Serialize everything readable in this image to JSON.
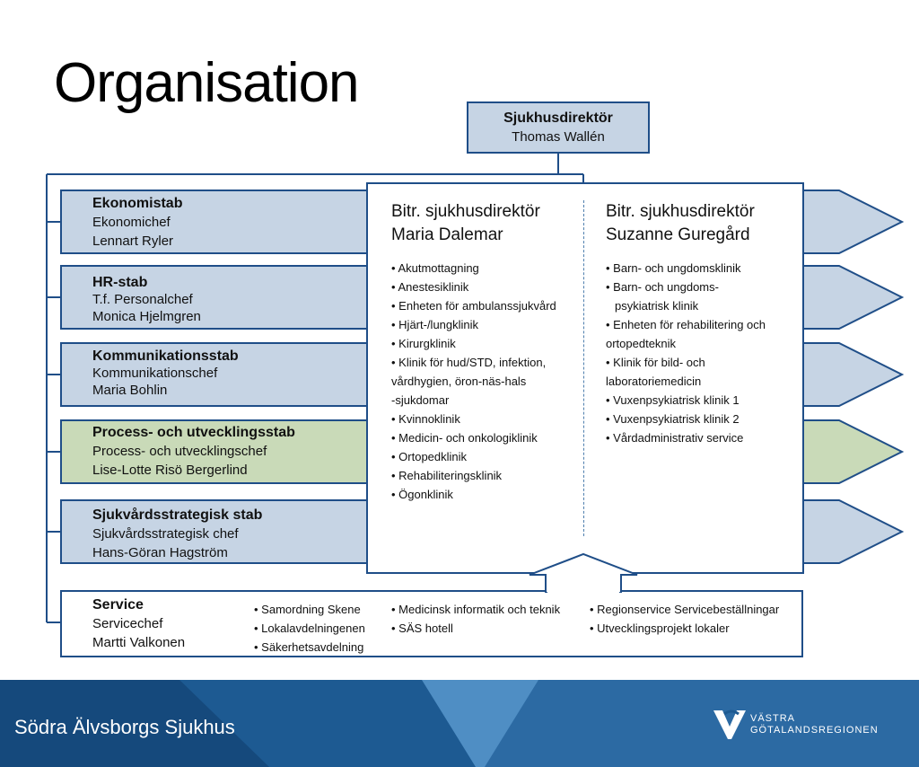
{
  "title": "Organisation",
  "director": {
    "title": "Sjukhusdirektör",
    "name": "Thomas Wallén"
  },
  "units": [
    {
      "head": "Ekonomistab",
      "role": "Ekonomichef",
      "name": "Lennart Ryler",
      "color": "#c6d4e4"
    },
    {
      "head": "HR-stab",
      "role": "T.f. Personalchef",
      "name": "Monica Hjelmgren",
      "color": "#c6d4e4"
    },
    {
      "head": "Kommunikationsstab",
      "role": "Kommunikationschef",
      "name": "Maria Bohlin",
      "color": "#c6d4e4"
    },
    {
      "head": "Process- och utvecklingsstab",
      "role": "Process- och utvecklingschef",
      "name": "Lise-Lotte Risö Bergerlind",
      "color": "#c9dab8"
    },
    {
      "head": "Sjukvårdsstrategisk stab",
      "role": "Sjukvårdsstrategisk chef",
      "name": "Hans-Göran Hagström",
      "color": "#c6d4e4"
    }
  ],
  "deputy_left": {
    "title": "Bitr. sjukhusdirektör",
    "name": "Maria Dalemar",
    "items": [
      "Akutmottagning",
      "Anestesiklinik",
      "Enheten för ambulanssjukvård",
      "Hjärt-/lungklinik",
      "Kirurgklinik",
      "Klinik för hud/STD, infektion,",
      "vårdhygien, öron-näs-hals",
      "-sjukdomar",
      "Kvinnoklinik",
      "Medicin- och onkologiklinik",
      "Ortopedklinik",
      "Rehabiliteringsklinik",
      "Ögonklinik"
    ]
  },
  "deputy_right": {
    "title": "Bitr. sjukhusdirektör",
    "name": "Suzanne Guregård",
    "items": [
      "Barn- och ungdomsklinik",
      "Barn- och ungdoms-",
      "psykiatrisk klinik",
      "Enheten för rehabilitering och",
      "ortopedteknik",
      "Klinik för bild- och",
      "laboratoriemedicin",
      "Vuxenpsykiatrisk klinik 1",
      "Vuxenpsykiatrisk klinik 2",
      "Vårdadministrativ service"
    ]
  },
  "service": {
    "head": "Service",
    "role": "Servicechef",
    "name": "Martti Valkonen",
    "col1": [
      "Samordning Skene",
      "Lokalavdelningenen",
      "Säkerhetsavdelning"
    ],
    "col2": [
      "Medicinsk informatik och teknik",
      "SÄS hotell"
    ],
    "col3": [
      "Regionservice Servicebeställningar",
      "Utvecklingsprojekt lokaler"
    ]
  },
  "footer": {
    "hospital": "Södra Älvsborgs Sjukhus",
    "logo_line1": "VÄSTRA",
    "logo_line2": "GÖTALANDSREGIONEN"
  },
  "colors": {
    "border": "#1f4e88",
    "box_blue": "#c6d4e4",
    "box_green": "#c9dab8",
    "footer_dark": "#1d5a92",
    "footer_light": "#3e7fb6"
  }
}
